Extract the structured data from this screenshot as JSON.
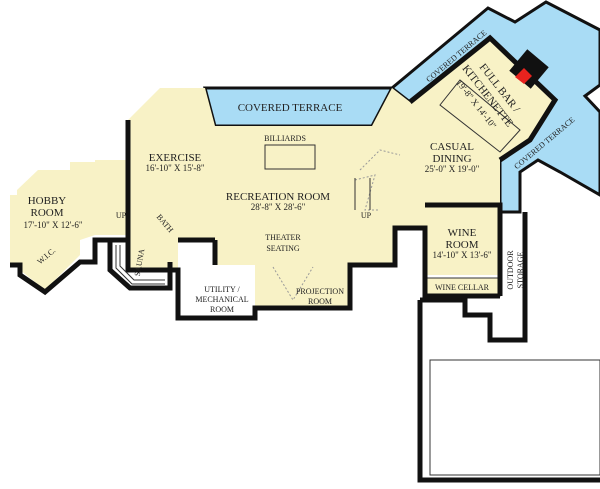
{
  "colors": {
    "room_fill": "#f8f2c6",
    "terrace_fill": "#a9dcf5",
    "wall": "#111111",
    "fireplace_accent": "#e8231e"
  },
  "rooms": {
    "hobby": {
      "name": "HOBBY",
      "name2": "ROOM",
      "size": "17'-10\" X 12'-6\""
    },
    "wic": {
      "name": "W.I.C."
    },
    "exercise": {
      "name": "EXERCISE",
      "size": "16'-10\" X 15'-8\""
    },
    "billiards": {
      "name": "BILLIARDS"
    },
    "recreation": {
      "name": "RECREATION ROOM",
      "size": "28'-8\" X 28'-6\""
    },
    "theater": {
      "name": "THEATER",
      "name2": "SEATING"
    },
    "bath": {
      "name": "BATH"
    },
    "sauna": {
      "name": "SAUNA"
    },
    "utility": {
      "name": "UTILITY /",
      "name2": "MECHANICAL",
      "name3": "ROOM"
    },
    "projection": {
      "name": "PROJECTION",
      "name2": "ROOM"
    },
    "casual_dining": {
      "name": "CASUAL",
      "name2": "DINING",
      "size": "25'-0\" X 19'-0\""
    },
    "wine_room": {
      "name": "WINE",
      "name2": "ROOM",
      "size": "14'-10\" X 13'-6\""
    },
    "wine_cellar": {
      "name": "WINE CELLAR"
    },
    "outdoor_storage": {
      "name": "OUTDOOR",
      "name2": "STORAGE"
    },
    "bar": {
      "name": "FULL BAR /",
      "name2": "KITCHENETTE",
      "size": "19'-8\" X 14'-10\""
    }
  },
  "terraces": {
    "top": "COVERED TERRACE",
    "upper_right": "COVERED TERRACE",
    "right": "COVERED TERRACE"
  },
  "stairs": {
    "left_up": "UP",
    "center_up": "UP"
  }
}
